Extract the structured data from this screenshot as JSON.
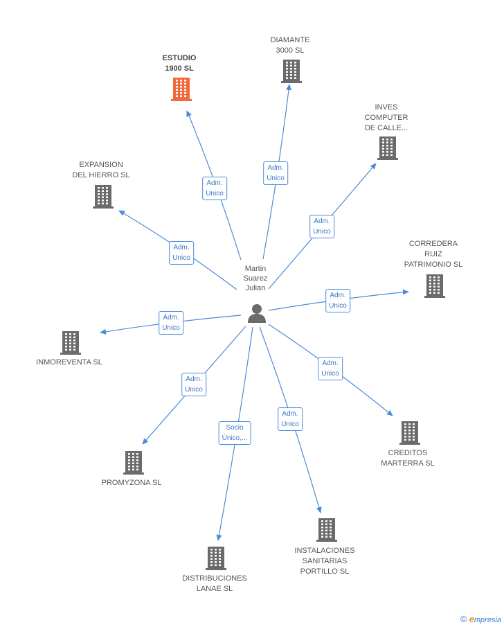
{
  "center": {
    "name": "Martin\nSuarez\nJulian",
    "icon": "person-icon"
  },
  "colors": {
    "edge": "#4a8ad8",
    "building": "#6b6b6b",
    "highlight": "#f26a3c",
    "label_text": "#555555"
  },
  "nodes": [
    {
      "id": "estudio",
      "label": "ESTUDIO\n1900 SL",
      "highlight": true,
      "edge_label": "Adm.\nUnico"
    },
    {
      "id": "diamante",
      "label": "DIAMANTE\n3000 SL",
      "highlight": false,
      "edge_label": "Adm.\nUnico"
    },
    {
      "id": "inves",
      "label": "INVES\nCOMPUTER\nDE CALLE...",
      "highlight": false,
      "edge_label": "Adm.\nUnico"
    },
    {
      "id": "expansion",
      "label": "EXPANSION\nDEL HIERRO SL",
      "highlight": false,
      "edge_label": "Adm.\nUnico"
    },
    {
      "id": "corredera",
      "label": "CORREDERA\nRUIZ\nPATRIMONIO SL",
      "highlight": false,
      "edge_label": "Adm.\nUnico"
    },
    {
      "id": "inmoreventa",
      "label": "INMOREVENTA SL",
      "highlight": false,
      "edge_label": "Adm.\nUnico"
    },
    {
      "id": "creditos",
      "label": "CREDITOS\nMARTERRA SL",
      "highlight": false,
      "edge_label": "Adm.\nUnico"
    },
    {
      "id": "promyzona",
      "label": "PROMYZONA SL",
      "highlight": false,
      "edge_label": "Adm.\nUnico"
    },
    {
      "id": "distribuciones",
      "label": "DISTRIBUCIONES\nLANAE SL",
      "highlight": false,
      "edge_label": "Socio\nÚnico,..."
    },
    {
      "id": "instalaciones",
      "label": "INSTALACIONES\nSANITARIAS\nPORTILLO SL",
      "highlight": false,
      "edge_label": "Adm.\nUnico"
    }
  ],
  "brand": {
    "copyright": "©",
    "first_letter": "e",
    "rest": "mpresia"
  }
}
